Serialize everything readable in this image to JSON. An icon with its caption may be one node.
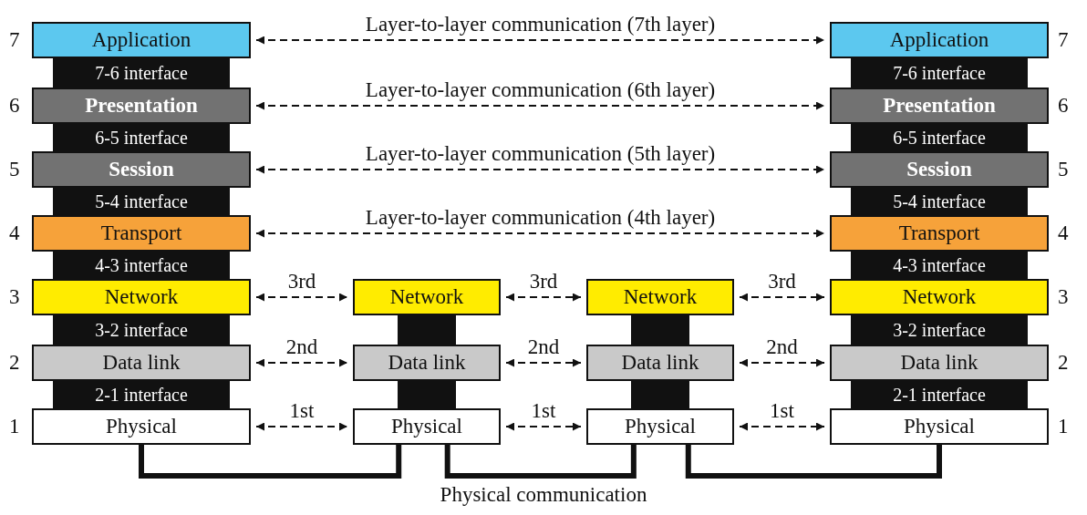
{
  "diagram": {
    "nodes": [
      {
        "text": [
          "Application"
        ]
      },
      {
        "text": [
          "7-6 interface"
        ]
      },
      {
        "text": [
          "Presentation"
        ]
      },
      {
        "text": [
          "6-5 interface"
        ]
      },
      {
        "text": [
          "Session"
        ]
      },
      {
        "text": [
          "5-4 interface"
        ]
      },
      {
        "text": [
          "Transport"
        ]
      },
      {
        "text": [
          "4-3 interface"
        ]
      },
      {
        "text": [
          "Network"
        ]
      },
      {
        "text": [
          "3-2 interface"
        ]
      },
      {
        "text": [
          "Data link"
        ]
      },
      {
        "text": [
          "2-1 interface"
        ]
      },
      {
        "text": [
          "Physical"
        ]
      },
      {
        "text": [
          "Network"
        ]
      },
      {
        "text": [
          "Data link"
        ]
      },
      {
        "text": [
          "Physical"
        ]
      },
      {
        "text": [
          "Network"
        ]
      },
      {
        "text": [
          "Data link"
        ]
      },
      {
        "text": [
          "Physical"
        ]
      },
      {
        "text": [
          "Application"
        ]
      },
      {
        "text": [
          "7-6 interface"
        ]
      },
      {
        "text": [
          "Presentation"
        ]
      },
      {
        "text": [
          "6-5 interface"
        ]
      },
      {
        "text": [
          "Session"
        ]
      },
      {
        "text": [
          "5-4 interface"
        ]
      },
      {
        "text": [
          "Transport"
        ]
      },
      {
        "text": [
          "4-3 interface"
        ]
      },
      {
        "text": [
          "Network"
        ]
      },
      {
        "text": [
          "3-2 interface"
        ]
      },
      {
        "text": [
          "Data link"
        ]
      },
      {
        "text": [
          "2-1 interface"
        ]
      },
      {
        "text": [
          "Physical"
        ]
      },
      {
        "text": [],
        "shape": "bar"
      },
      {
        "text": [],
        "shape": "bar"
      },
      {
        "text": [],
        "shape": "bar"
      },
      {
        "text": [],
        "shape": "bar"
      }
    ],
    "edges": [
      {
        "from": 0,
        "to": 19,
        "arrow": "both",
        "style": "dashed",
        "label": "Layer-to-layer communication (7th layer)"
      },
      {
        "from": 2,
        "to": 21,
        "arrow": "both",
        "style": "dashed",
        "label": "Layer-to-layer communication (6th layer)"
      },
      {
        "from": 4,
        "to": 23,
        "arrow": "both",
        "style": "dashed",
        "label": "Layer-to-layer communication (5th layer)"
      },
      {
        "from": 6,
        "to": 25,
        "arrow": "both",
        "style": "dashed",
        "label": "Layer-to-layer communication (4th layer)"
      },
      {
        "from": 8,
        "to": 13,
        "arrow": "both",
        "style": "dashed",
        "label": "3rd"
      },
      {
        "from": 13,
        "to": 16,
        "arrow": "both",
        "style": "dashed",
        "label": "3rd"
      },
      {
        "from": 16,
        "to": 27,
        "arrow": "both",
        "style": "dashed",
        "label": "3rd"
      },
      {
        "from": 10,
        "to": 14,
        "arrow": "both",
        "style": "dashed",
        "label": "2nd"
      },
      {
        "from": 14,
        "to": 17,
        "arrow": "both",
        "style": "dashed",
        "label": "2nd"
      },
      {
        "from": 17,
        "to": 29,
        "arrow": "both",
        "style": "dashed",
        "label": "2nd"
      },
      {
        "from": 12,
        "to": 15,
        "arrow": "both",
        "style": "dashed",
        "label": "1st"
      },
      {
        "from": 15,
        "to": 18,
        "arrow": "both",
        "style": "dashed",
        "label": "1st"
      },
      {
        "from": 18,
        "to": 31,
        "arrow": "both",
        "style": "dashed",
        "label": "1st"
      },
      {
        "from": 12,
        "to": 15,
        "arrow": "none",
        "style": "thick"
      },
      {
        "from": 15,
        "to": 18,
        "arrow": "none",
        "style": "thick"
      },
      {
        "from": 18,
        "to": 31,
        "arrow": "none",
        "style": "thick"
      }
    ],
    "labels": [
      "7",
      "7",
      "6",
      "6",
      "5",
      "5",
      "4",
      "4",
      "3",
      "3",
      "2",
      "2",
      "1",
      "1",
      "Physical communication"
    ]
  }
}
